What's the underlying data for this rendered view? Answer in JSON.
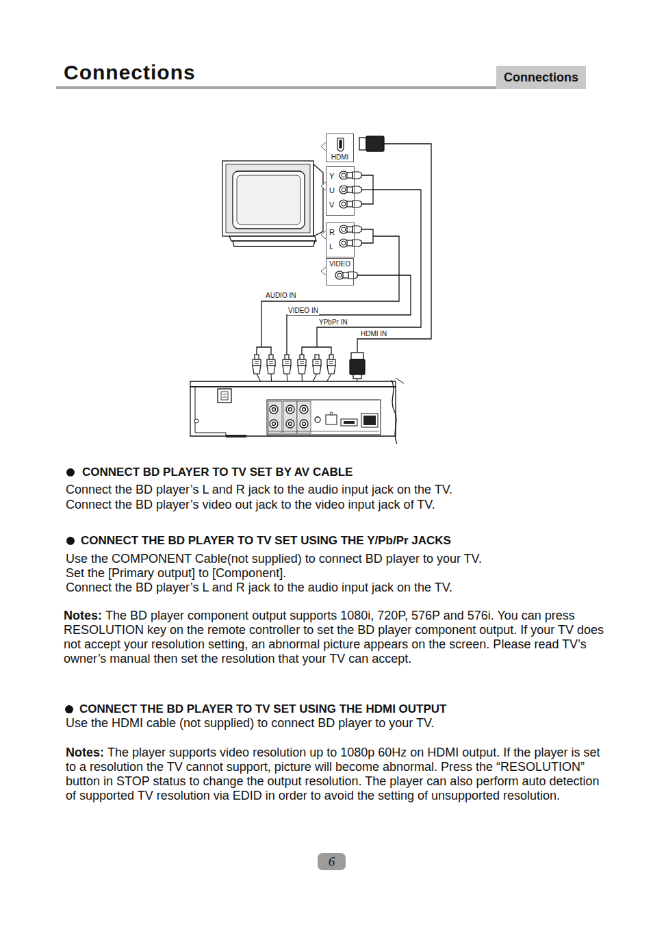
{
  "diagram": {
    "title": "Connections",
    "nodes": [
      {
        "text": [
          "Connections"
        ]
      },
      {
        "text": [
          "HDMI"
        ]
      },
      {
        "text": [
          "Y",
          "U",
          "V"
        ]
      },
      {
        "text": [
          "R",
          "L"
        ]
      },
      {
        "text": [
          "VIDEO"
        ]
      },
      {
        "text": [
          "6"
        ]
      }
    ],
    "labels": [
      "AUDIO IN",
      "VIDEO IN",
      "YPbPr IN",
      "HDMI IN",
      "CONNECT BD PLAYER TO TV SET BY AV CABLE",
      "Connect the BD player’s L and R jack to the audio input jack on the TV.",
      "Connect the BD player’s video out jack to the video input jack of TV.",
      "CONNECT THE BD PLAYER TO TV SET USING THE Y/Pb/Pr JACKS",
      "Use the COMPONENT Cable(not supplied) to connect BD player to your TV.",
      "Set the [Primary output] to [Component].",
      "Connect the BD player’s L and R jack to the audio input jack on the TV.",
      "Notes:",
      "The BD player component output supports 1080i, 720P, 576P and 576i. You can press RESOLUTION key on the remote controller to set the BD player component output. If your TV does not accept your resolution setting, an abnormal picture appears on the screen. Please read TV’s owner’s manual then set the resolution that your TV can accept.",
      "CONNECT THE BD PLAYER TO TV SET USING THE HDMI OUTPUT",
      "Use the HDMI cable (not supplied) to connect BD player to your TV.",
      "Notes:",
      "The player supports video resolution up to 1080p 60Hz on HDMI output. If the player is set to a resolution the TV cannot support, picture will become abnormal. Press the “RESOLUTION” button in STOP status to change the output resolution. The player can also perform auto detection of supported TV resolution via EDID in order to avoid the setting of unsupported resolution."
    ]
  }
}
